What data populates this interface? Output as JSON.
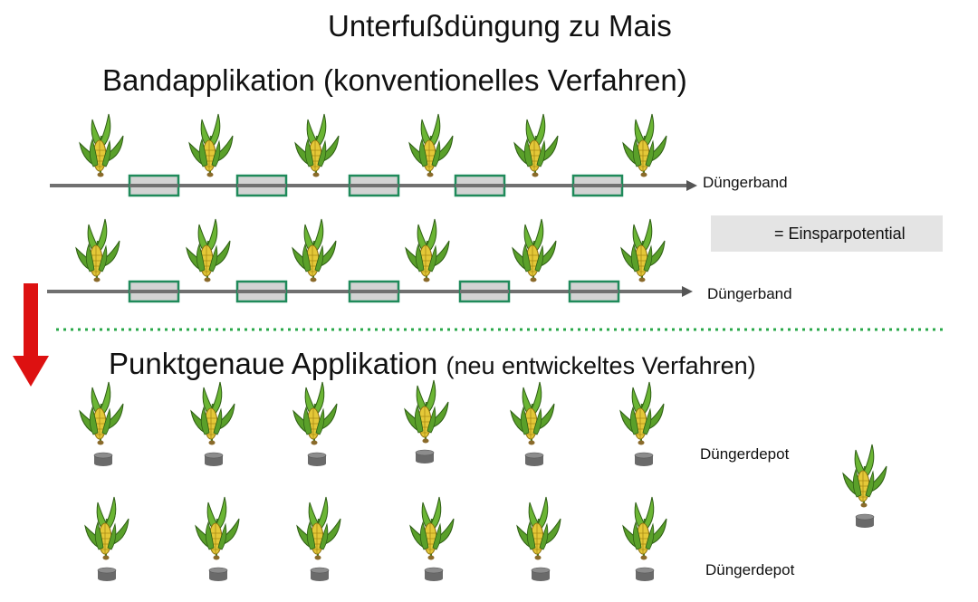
{
  "title": "Unterfußdüngung zu Mais",
  "band_section": {
    "heading": "Bandapplikation (konventionelles Verfahren)",
    "row_labels": [
      "Düngerband",
      "Düngerband"
    ]
  },
  "legend": {
    "text": "= Einsparpotential"
  },
  "point_section": {
    "heading": "Punktgenaue Applikation",
    "heading_suffix": "(neu entwickeltes Verfahren)",
    "row_labels": [
      "Düngerdepot",
      "Düngerdepot"
    ]
  },
  "colors": {
    "fertilizer_band": "#707070",
    "savings_outline": "#1f8a5a",
    "savings_fill": "#d3d3d3",
    "separator": "#2aa84a",
    "arrow": "#dd1111",
    "depot": "#6a6a6a",
    "leaf": "#5aa02a",
    "cob": "#e4c838"
  },
  "icons": [
    "maize-plant-icon",
    "fertilizer-depot-icon",
    "down-arrow-icon",
    "savings-segment-icon"
  ]
}
